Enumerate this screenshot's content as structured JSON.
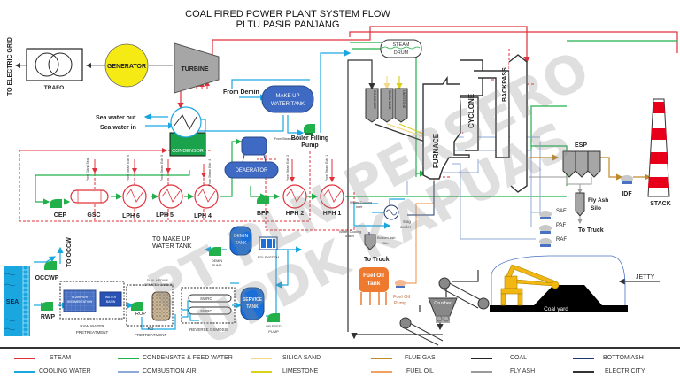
{
  "title": "COAL FIRED POWER PLANT SYSTEM FLOW",
  "subtitle": "PLTU PASIR PANJANG",
  "watermark": [
    "PT PLN PERSERO",
    "UPDK KAPUAS"
  ],
  "labels": {
    "to_grid": "TO ELECTRIC GRID",
    "trafo": "TRAFO",
    "generator": "GENERATOR",
    "turbine": "TURBINE",
    "from_demin": "From Demin",
    "makeup_tank": [
      "MAKE UP",
      "WATER TANK"
    ],
    "sea_water_out": "Sea water out",
    "sea_water_in": "Sea water in",
    "condensor": "CONDENSOR",
    "boiler_filling_pump": [
      "Boiler Filling",
      "Pump"
    ],
    "deaerator": "DEAERATOR",
    "from_steam_extr_6": "From Steam Extr. 6",
    "cep": "CEP",
    "gsc": "GSC",
    "lph6": "LPH 6",
    "lph5": "LPH 5",
    "lph4": "LPH 4",
    "bfp": "BFP",
    "hph2": "HPH 2",
    "hph1": "HPH 1",
    "steam_drum": [
      "STEAM",
      "DRUM"
    ],
    "oil_bunker": "OIL BUNKER",
    "silica_sand": "SILICA SAND",
    "limestone": "LIMESTONE",
    "furnace": "FURNACE",
    "cyclone": "CYCLONE",
    "backpass": "BACKPASS",
    "esp": "ESP",
    "fly_ash_silo": [
      "Fly Ash",
      "Silo"
    ],
    "to_truck": "To Truck",
    "idf": "IDF",
    "stack": "STACK",
    "saf": "SAF",
    "paf": "PAF",
    "raf": "RAF",
    "water_cooling_inlet": [
      "Water Cooling",
      "inlet"
    ],
    "water_cooling_outlet": [
      "Water Cooling",
      "outlet"
    ],
    "slag_cooler": [
      "Slag",
      "cooler"
    ],
    "bottom_ash_silo": [
      "Bottom Ash",
      "Silo"
    ],
    "fuel_oil_tank": [
      "Fuel Oil",
      "Tank"
    ],
    "fuel_oil_pump": [
      "Fuel Oil",
      "Pump"
    ],
    "crusher": "Crusher",
    "coal_yard": "Coal yard",
    "jetty": "JETTY",
    "to_makeup_tank": [
      "TO MAKE UP",
      "WATER TANK"
    ],
    "demin_tank": [
      "DEMIN",
      "TANK"
    ],
    "edi_system": "EDI SYSTEM",
    "demin_pump": [
      "DEMIN",
      "PUMP"
    ],
    "to_occw": "TO OCCW",
    "occwp": "OCCWP",
    "rwp": "RWP",
    "sea": "SEA",
    "clarifier": [
      "CLARIFIER",
      "SEDIMENTATION"
    ],
    "water_basin": [
      "WATER",
      "BASIN"
    ],
    "raw_water_pretreatment": [
      "RAW WATER",
      "PRETREATMENT"
    ],
    "dual_media": [
      "DUAL MEDIA &",
      "ACTIVATED CARBON"
    ],
    "rop": "ROP",
    "ro_pretreatment": [
      "RO",
      "PRETREATMENT"
    ],
    "swro": "SWRO",
    "reverse_osmosis": "REVERSE OSMOSIS",
    "service_tank": [
      "SERVICE",
      "TANK"
    ],
    "dp_feed_pump": [
      "DP FEED",
      "PUMP"
    ],
    "from_gland_seal": "From Gland Seal",
    "from_extr_6": "From Steam Extr. 6",
    "from_extr_5": "From Steam Extr. 5",
    "from_extr_4": "From Steam Extr. 4",
    "from_extr_2": "From Steam Extr. 2",
    "from_extr_1": "From Steam Extr. 1"
  },
  "legend": [
    {
      "label": "STEAM",
      "color": "#e0303a"
    },
    {
      "label": "COOLING WATER",
      "color": "#1aa7e0"
    },
    {
      "label": "CONDENSATE & FEED WATER",
      "color": "#22b04b"
    },
    {
      "label": "COMBUSTION AIR",
      "color": "#8fa9d6"
    },
    {
      "label": "SILICA SAND",
      "color": "#f5d98a"
    },
    {
      "label": "LIMESTONE",
      "color": "#d8d21a"
    },
    {
      "label": "FLUE GAS",
      "color": "#c08a2a"
    },
    {
      "label": "FUEL OIL",
      "color": "#f0a060"
    },
    {
      "label": "COAL",
      "color": "#222222"
    },
    {
      "label": "FLY ASH",
      "color": "#9a9a9a"
    },
    {
      "label": "BOTTOM ASH",
      "color": "#1f3a6a"
    },
    {
      "label": "ELECTRICITY",
      "color": "#333333"
    }
  ]
}
